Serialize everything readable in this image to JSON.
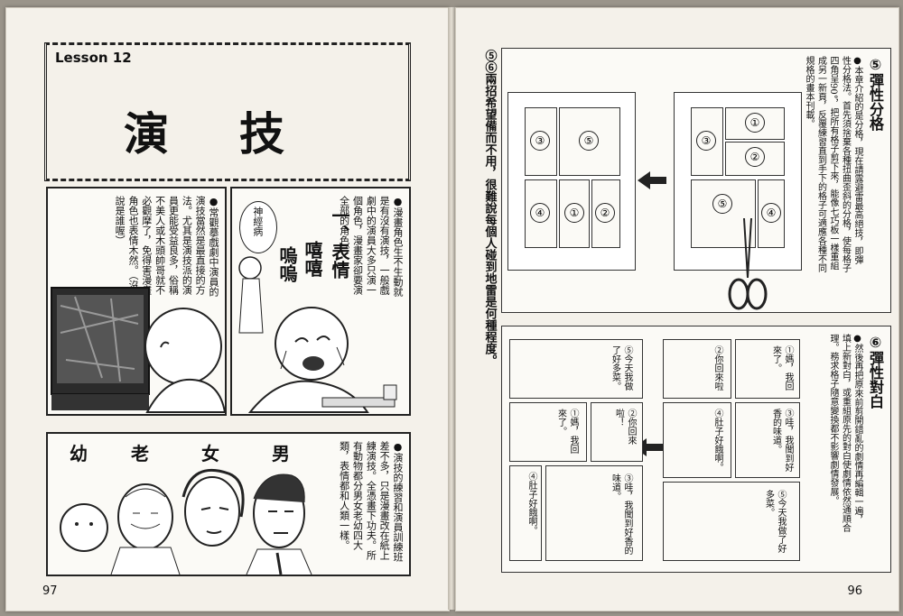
{
  "left_page": {
    "lesson": "Lesson 12",
    "title": "演　技",
    "page_number": "97",
    "panel1_text": "●常觀摹戲劇中演員的演技當然是最直接的方法。尤其是演技派的演員更能受益良多，俗稱不美人或木頭帥哥就不必觀摩了，免得害漫畫角色也表情木然。（沒說是誰喔）",
    "panel2_heading": "一、表情",
    "panel2_text": "●漫畫角色生不生動就是有沒有演技，一般戲劇中的演員大多只演一個角色，漫畫家卻要演全部的角色。",
    "bubble_text": "神經病",
    "sfx1": "嘻嘻",
    "sfx2": "嗚嗚",
    "ages_labels": [
      "幼",
      "老",
      "女",
      "男"
    ],
    "bottom_text": "●演技的練習和演員訓練班差不多，只是漫畫改在紙上練演技。全憑畫下功夫。所有動物都分男女老幼四大類，表情都和人類一樣。"
  },
  "right_page": {
    "page_number": "96",
    "side_note": "⑤⑥兩招希望備而不用，很難說每個人碰到地雷是何種程度。",
    "section5_title": "⑤彈性分格",
    "section5_text": "●本章介紹的是分格，現在請露避雷最高絕技，即彈性分格法。首先須捨棄各種扭曲歪斜的分格，使每格子四角呈90°，把所有格子剪下來，能像七巧板一樣重組成另一新頁，反覆練習直到手下的格子可適應各種不同規格的畫本刊載。",
    "section6_title": "⑥彈性對白",
    "section6_text": "●然後再把原來前剪開錯亂的劇情再編輯一遍，填上新對白，或重組原先的對白使劇情依然通順合理。務求格子隨意變換都不影響劇情發展。",
    "panel_numbers_a": [
      "③",
      "⑤",
      "④",
      "①",
      "②"
    ],
    "panel_numbers_b": [
      "①",
      "③",
      "②",
      "⑤",
      "④"
    ],
    "dialogue_left": [
      {
        "text": "⑤今天我做了好多菜。"
      },
      {
        "text": "②你回來啦！"
      },
      {
        "text": "①媽，我回來了。"
      },
      {
        "text": "④肚子好餓啊。"
      },
      {
        "text": "③哇，我聞到好香的味道。"
      }
    ],
    "dialogue_right": [
      {
        "text": "①媽，我回來了。"
      },
      {
        "text": "②你回來啦"
      },
      {
        "text": "③哇，我聞到好香的味道。"
      },
      {
        "text": "④肚子好餓啊。"
      },
      {
        "text": "⑤今天我做了好多菜。"
      }
    ]
  }
}
